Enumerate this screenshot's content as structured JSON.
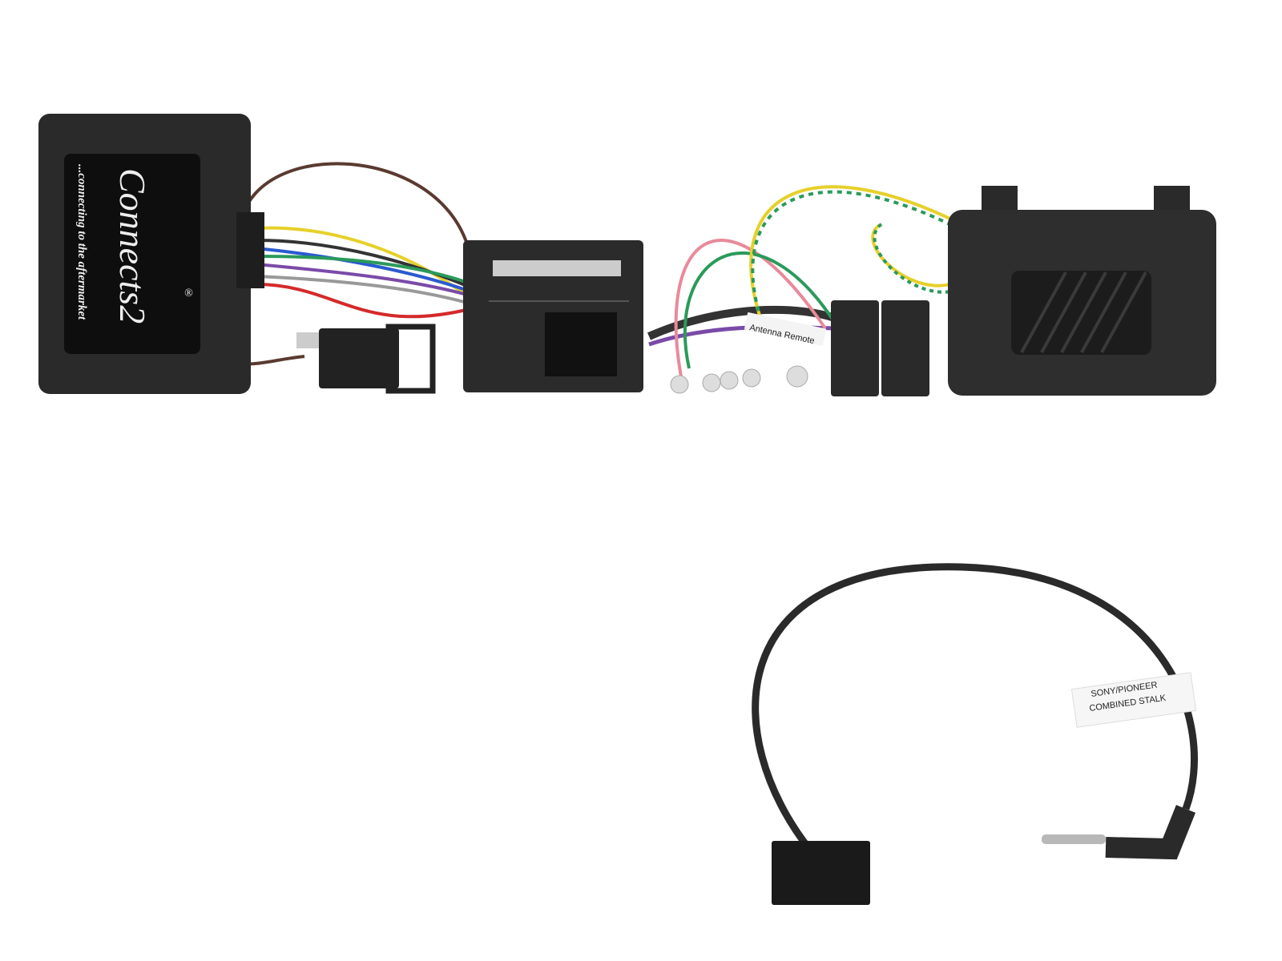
{
  "product": {
    "module_logo": "Connects2",
    "module_tagline": "...connecting to the aftermarket",
    "module_registered": "®",
    "harness_tag": "Antenna Remote",
    "lead_tag_line1": "SONY/PIONEER",
    "lead_tag_line2": "COMBINED STALK"
  },
  "colors": {
    "background": "#ffffff",
    "housing": "#2a2a2a",
    "wire_red": "#d42a2a",
    "wire_yellow": "#e6d02a",
    "wire_green": "#2a9a5a",
    "wire_pink": "#e88a9a",
    "wire_brown": "#5a3a30",
    "wire_purple": "#7a4aa8",
    "wire_blue": "#2a5ad0"
  }
}
